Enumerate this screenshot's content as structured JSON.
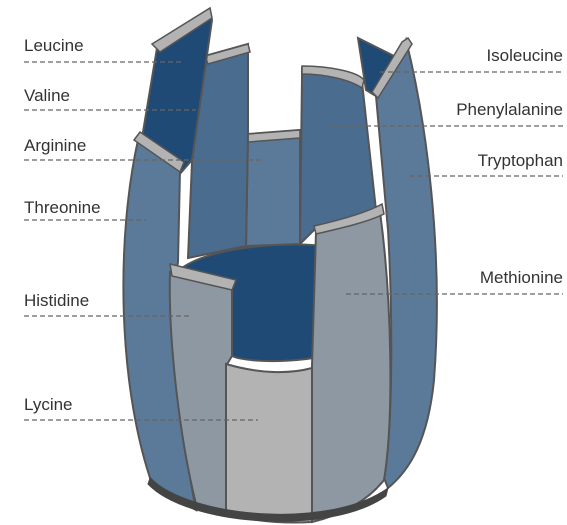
{
  "labels_left": [
    "Leucine",
    "Valine",
    "Arginine",
    "Threonine",
    "Histidine",
    "Lycine"
  ],
  "labels_right": [
    "Isoleucine",
    "Phenylalanine",
    "Tryptophan",
    "Methionine"
  ],
  "colors": {
    "dark_blue": "#1e4a75",
    "mid_blue": "#4a6c8f",
    "slate_blue": "#5b7a99",
    "light_gray": "#b3b3b3",
    "mid_gray": "#8d98a3",
    "outline": "#555555",
    "leader_line": "#666666",
    "text": "#333333"
  }
}
